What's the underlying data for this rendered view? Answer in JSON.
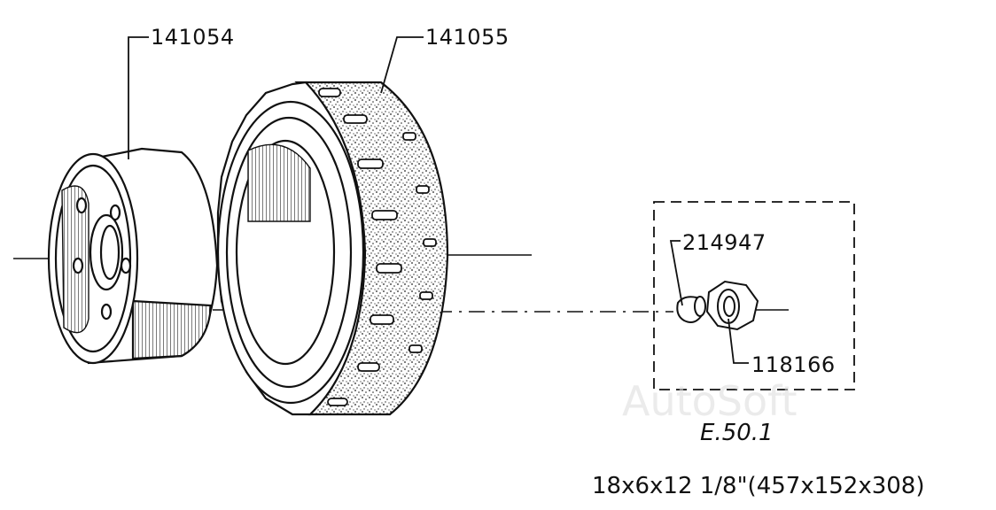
{
  "parts": [
    {
      "id": "part-hub",
      "number": "141054"
    },
    {
      "id": "part-wheel",
      "number": "141055"
    },
    {
      "id": "part-bolt",
      "number": "214947"
    },
    {
      "id": "part-nut",
      "number": "118166"
    }
  ],
  "figure_code": "E.50.1",
  "dimensions": "18x6x12 1/8\"(457x152x308)",
  "watermark": "AutoSoft",
  "colors": {
    "ink": "#111111",
    "paper": "#ffffff",
    "tread_fill": "#8a8a8a"
  }
}
